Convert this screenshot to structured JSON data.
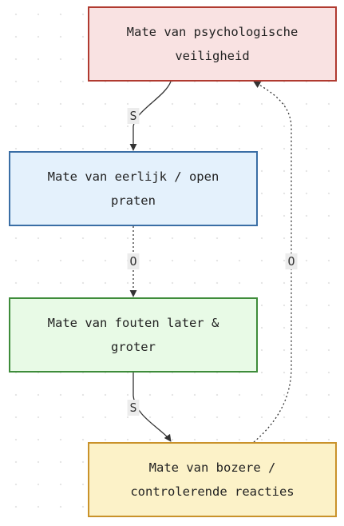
{
  "nodes": [
    {
      "id": "n1",
      "lines": [
        "Mate van psychologische",
        "veiligheid"
      ],
      "fill": "#f9e2e2",
      "stroke": "#b03a30"
    },
    {
      "id": "n2",
      "lines": [
        "Mate van eerlijk / open",
        "praten"
      ],
      "fill": "#e4f1fc",
      "stroke": "#3a6ea5"
    },
    {
      "id": "n3",
      "lines": [
        "Mate van fouten later &",
        "groter"
      ],
      "fill": "#e8fae6",
      "stroke": "#3e8c3a"
    },
    {
      "id": "n4",
      "lines": [
        "Mate van bozere /",
        "controlerende reacties"
      ],
      "fill": "#fcf2c8",
      "stroke": "#c9922a"
    }
  ],
  "edges": [
    {
      "from": "n1",
      "to": "n2",
      "label": "S",
      "style": "solid"
    },
    {
      "from": "n2",
      "to": "n3",
      "label": "O",
      "style": "dotted"
    },
    {
      "from": "n3",
      "to": "n4",
      "label": "S",
      "style": "solid"
    },
    {
      "from": "n4",
      "to": "n1",
      "label": "O",
      "style": "dotted"
    }
  ],
  "colors": {
    "edge": "#333333",
    "label_background": "#ececec"
  }
}
